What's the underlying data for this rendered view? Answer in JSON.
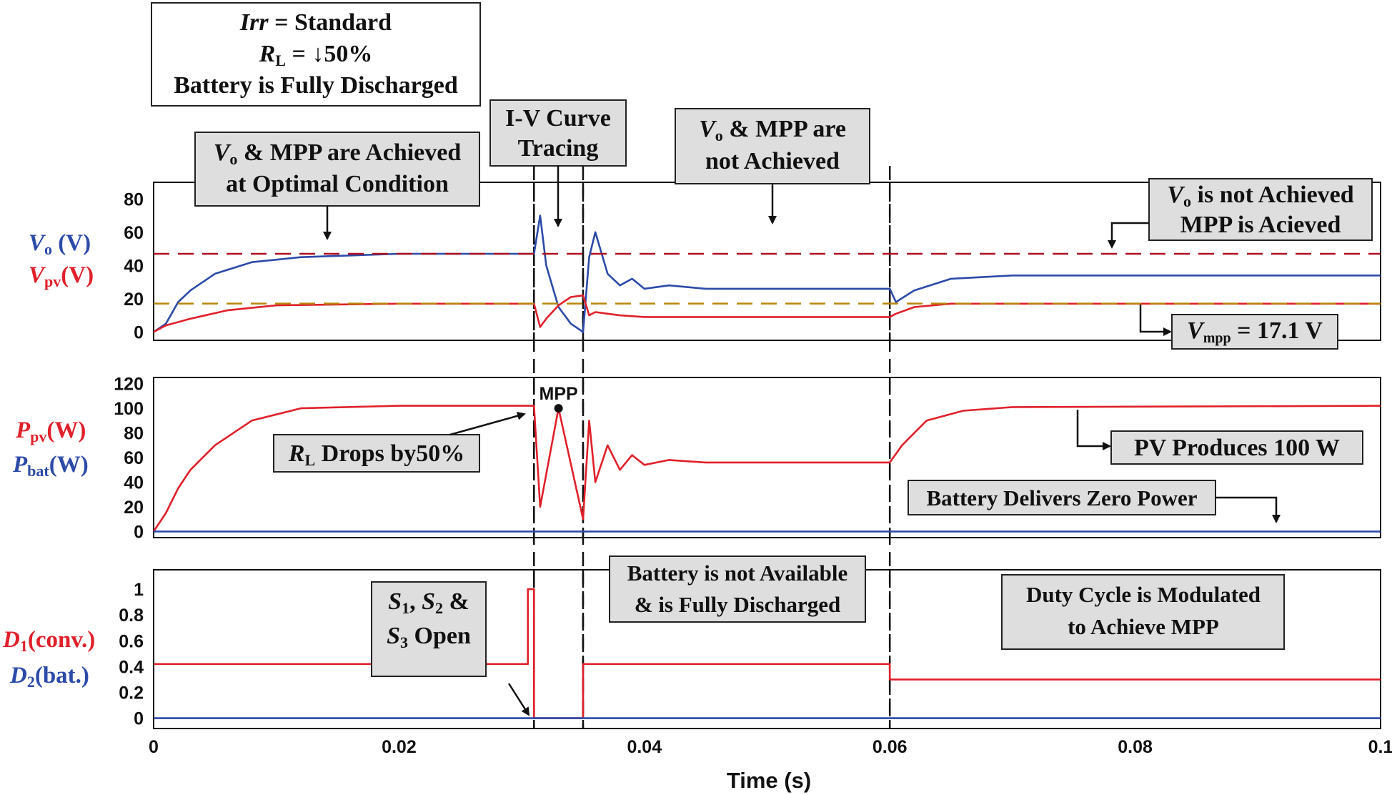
{
  "chart_data": {
    "type": "line",
    "x_axis": {
      "label": "Time (s)",
      "range": [
        0,
        0.1
      ],
      "ticks": [
        "0",
        "0.02",
        "0.04",
        "0.06",
        "0.08",
        "0.1"
      ]
    },
    "event_times_s": [
      0.031,
      0.035,
      0.06
    ],
    "condition_box": {
      "irr_symbol": "Irr",
      "irr_text": " = Standard",
      "rl_symbol": "R",
      "rl_sub": "L",
      "rl_text": " = ↓50%",
      "battery_text": "Battery is Fully Discharged"
    },
    "panels": [
      {
        "id": "voltage",
        "ylabels": [
          {
            "sym": "V",
            "sub": "o",
            "unit": " (V)",
            "color": "#2c4aa8"
          },
          {
            "sym": "V",
            "sub": "pv",
            "unit": "(V)",
            "color": "#e0202a"
          }
        ],
        "ylim": [
          -5,
          90
        ],
        "yticks": [
          "0",
          "20",
          "40",
          "60",
          "80"
        ],
        "series": [
          {
            "name": "Vo",
            "color": "#2c4aa8",
            "points": [
              [
                0,
                0
              ],
              [
                0.001,
                5
              ],
              [
                0.002,
                18
              ],
              [
                0.003,
                25
              ],
              [
                0.005,
                35
              ],
              [
                0.008,
                42
              ],
              [
                0.012,
                45
              ],
              [
                0.02,
                47
              ],
              [
                0.03,
                47
              ],
              [
                0.031,
                47
              ],
              [
                0.0315,
                70
              ],
              [
                0.032,
                40
              ],
              [
                0.033,
                15
              ],
              [
                0.034,
                5
              ],
              [
                0.035,
                0
              ],
              [
                0.0355,
                45
              ],
              [
                0.036,
                60
              ],
              [
                0.037,
                35
              ],
              [
                0.038,
                28
              ],
              [
                0.039,
                32
              ],
              [
                0.04,
                26
              ],
              [
                0.042,
                28
              ],
              [
                0.045,
                26
              ],
              [
                0.05,
                26
              ],
              [
                0.06,
                26
              ],
              [
                0.0605,
                18
              ],
              [
                0.062,
                25
              ],
              [
                0.065,
                32
              ],
              [
                0.07,
                34
              ],
              [
                0.1,
                34
              ]
            ]
          },
          {
            "name": "Vpv",
            "color": "#e0202a",
            "points": [
              [
                0,
                0
              ],
              [
                0.001,
                4
              ],
              [
                0.003,
                8
              ],
              [
                0.006,
                13
              ],
              [
                0.01,
                16
              ],
              [
                0.02,
                17
              ],
              [
                0.031,
                17
              ],
              [
                0.0315,
                3
              ],
              [
                0.032,
                8
              ],
              [
                0.033,
                16
              ],
              [
                0.034,
                21
              ],
              [
                0.035,
                22
              ],
              [
                0.0355,
                10
              ],
              [
                0.036,
                12
              ],
              [
                0.037,
                11
              ],
              [
                0.038,
                10
              ],
              [
                0.04,
                9
              ],
              [
                0.05,
                9
              ],
              [
                0.06,
                9
              ],
              [
                0.0605,
                11
              ],
              [
                0.062,
                15
              ],
              [
                0.065,
                17
              ],
              [
                0.1,
                17
              ]
            ]
          },
          {
            "name": "Vo reference",
            "color": "#b01020",
            "dashed": true,
            "value": 47
          },
          {
            "name": "Vmpp reference",
            "color": "#b8860b",
            "dashed": true,
            "value": 17.1
          }
        ]
      },
      {
        "id": "power",
        "ylabels": [
          {
            "sym": "P",
            "sub": "pv",
            "unit": "(W)",
            "color": "#e0202a"
          },
          {
            "sym": "P",
            "sub": "bat",
            "unit": "(W)",
            "color": "#2c4aa8"
          }
        ],
        "ylim": [
          -5,
          125
        ],
        "yticks": [
          "0",
          "20",
          "40",
          "60",
          "80",
          "100",
          "120"
        ],
        "series": [
          {
            "name": "Ppv",
            "color": "#e0202a",
            "points": [
              [
                0,
                0
              ],
              [
                0.001,
                15
              ],
              [
                0.002,
                35
              ],
              [
                0.003,
                50
              ],
              [
                0.005,
                70
              ],
              [
                0.008,
                90
              ],
              [
                0.012,
                100
              ],
              [
                0.02,
                102
              ],
              [
                0.031,
                102
              ],
              [
                0.0315,
                20
              ],
              [
                0.033,
                100
              ],
              [
                0.035,
                10
              ],
              [
                0.0355,
                90
              ],
              [
                0.036,
                40
              ],
              [
                0.037,
                70
              ],
              [
                0.038,
                50
              ],
              [
                0.039,
                62
              ],
              [
                0.04,
                54
              ],
              [
                0.042,
                58
              ],
              [
                0.045,
                56
              ],
              [
                0.05,
                56
              ],
              [
                0.06,
                56
              ],
              [
                0.061,
                70
              ],
              [
                0.063,
                90
              ],
              [
                0.066,
                98
              ],
              [
                0.07,
                101
              ],
              [
                0.1,
                102
              ]
            ]
          },
          {
            "name": "Pbat",
            "color": "#2c4aa8",
            "points": [
              [
                0,
                0
              ],
              [
                0.1,
                0
              ]
            ]
          }
        ],
        "mpp_point": {
          "label": "MPP",
          "x": 0.033,
          "y": 100
        }
      },
      {
        "id": "duty",
        "ylabels": [
          {
            "sym": "D",
            "sub": "1",
            "unit": "(conv.)",
            "color": "#e0202a"
          },
          {
            "sym": "D",
            "sub": "2",
            "unit": "(bat.)",
            "color": "#2c4aa8"
          }
        ],
        "ylim": [
          -0.08,
          1.15
        ],
        "yticks": [
          "0",
          "0.2",
          "0.4",
          "0.6",
          "0.8",
          "1"
        ],
        "series": [
          {
            "name": "D1",
            "color": "#e0202a",
            "points": [
              [
                0,
                0.42
              ],
              [
                0.0305,
                0.42
              ],
              [
                0.0305,
                1
              ],
              [
                0.031,
                1
              ],
              [
                0.031,
                0
              ],
              [
                0.035,
                0
              ],
              [
                0.035,
                0.42
              ],
              [
                0.06,
                0.42
              ],
              [
                0.06,
                0.3
              ],
              [
                0.1,
                0.3
              ]
            ]
          },
          {
            "name": "D2",
            "color": "#2c4aa8",
            "points": [
              [
                0,
                0
              ],
              [
                0.1,
                0
              ]
            ]
          }
        ]
      }
    ],
    "annotations": {
      "a1": {
        "sym": "V",
        "sub": "o",
        "rest": " & MPP are Achieved",
        "line2": "at Optimal Condition"
      },
      "a2": {
        "line1": "I-V Curve",
        "line2": "Tracing"
      },
      "a3": {
        "sym": "V",
        "sub": "o",
        "rest": " & MPP are",
        "line2": "not Achieved"
      },
      "a4": {
        "sym": "V",
        "sub": "o",
        "rest": " is not Achieved",
        "line2": "MPP is Acieved"
      },
      "a5": {
        "sym": "V",
        "sub": "mpp",
        "rest": " = 17.1 V"
      },
      "a6": {
        "sym": "R",
        "sub": "L",
        "rest": " Drops by50%"
      },
      "a7": {
        "text": "PV Produces 100 W"
      },
      "a8": {
        "text": "Battery Delivers Zero Power"
      },
      "a9": {
        "l1a": "S",
        "l1a_sub": "1",
        "l1b": ", ",
        "l1c": "S",
        "l1c_sub": "2",
        "l1d": " &",
        "l2a": "S",
        "l2a_sub": "3",
        "l2b": " Open"
      },
      "a10": {
        "line1": "Battery is not Available",
        "line2": "& is Fully Discharged"
      },
      "a11": {
        "line1": "Duty Cycle is Modulated",
        "line2": "to Achieve MPP"
      }
    }
  }
}
